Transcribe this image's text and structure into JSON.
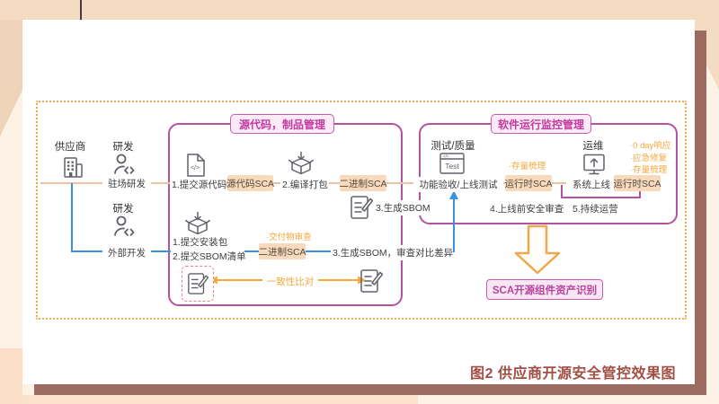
{
  "caption": "图2 供应商开源安全管控效果图",
  "suppliers": {
    "label": "供应商",
    "onsite": {
      "role": "研发",
      "name": "驻场研发"
    },
    "external": {
      "role": "研发",
      "name": "外部开发"
    }
  },
  "source_box": {
    "title": "源代码，制品管理",
    "upper": {
      "step1": "1.提交源代码",
      "sca1": "源代码SCA",
      "step2": "2.编译打包",
      "sca2": "二进制SCA",
      "step3": "3.生成SBOM"
    },
    "lower": {
      "step1a": "1.提交安装包",
      "step1b": "2.提交SBOM清单",
      "note": "·交付物审查",
      "sca": "二进制SCA",
      "step3": "3.生成SBOM，审查对比差异",
      "compare": "一致性比对"
    }
  },
  "runtime_box": {
    "title": "软件运行监控管理",
    "test": {
      "group": "测试/质量",
      "icon_label": "Test",
      "step": "功能验收/上线测试",
      "note": "·存量梳理",
      "sca": "运行时SCA",
      "sub": "4.上线前安全审查"
    },
    "ops": {
      "group": "运维",
      "step": "系统上线",
      "sca": "运行时SCA",
      "notes": [
        "·0 day响应",
        "·应急修复",
        "·存量梳理"
      ],
      "sub": "5.持续运营"
    }
  },
  "result": {
    "label": "SCA开源组件资产识别"
  },
  "icons": {
    "code_glyph": "</>"
  },
  "colors": {
    "box_border": "#b5519f",
    "title_text": "#c2399f",
    "badge_bg": "#f7dabc",
    "orange_note": "#f5a83c",
    "blue_line": "#3d8fe0",
    "peach_line": "#eac3a4",
    "caption_text": "#a14f44",
    "shadow": "#9b6a60",
    "dashed_frame": "#f3aa4e"
  }
}
